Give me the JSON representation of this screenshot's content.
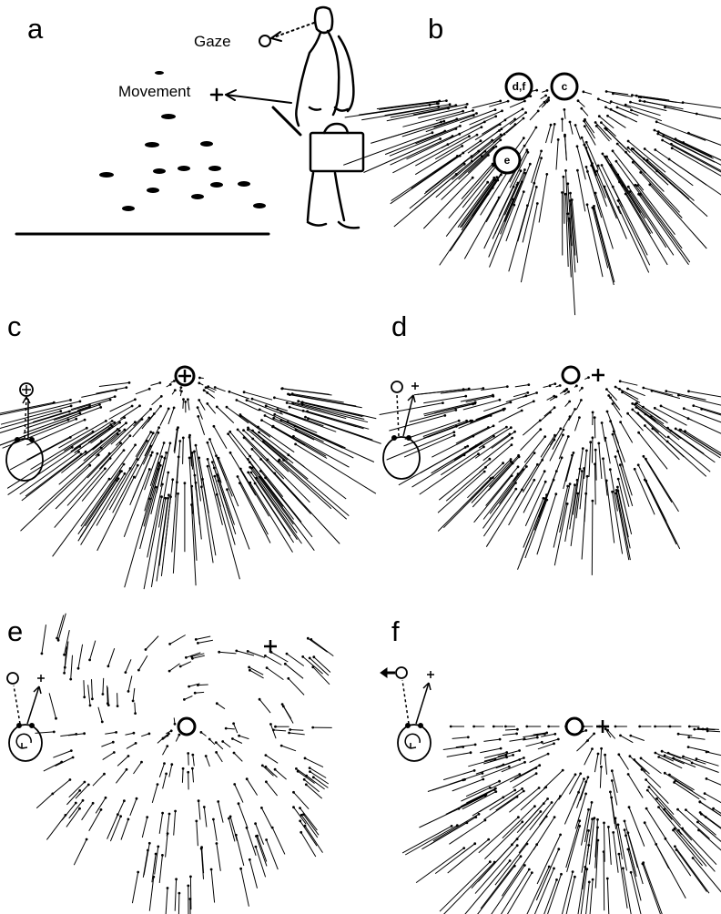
{
  "panels": {
    "a": {
      "label": "a",
      "gaze_label": "Gaze",
      "movement_label": "Movement"
    },
    "b": {
      "label": "b",
      "markers": [
        "d,f",
        "c",
        "e"
      ]
    },
    "c": {
      "label": "c"
    },
    "d": {
      "label": "d"
    },
    "e": {
      "label": "e"
    },
    "f": {
      "label": "f"
    }
  }
}
